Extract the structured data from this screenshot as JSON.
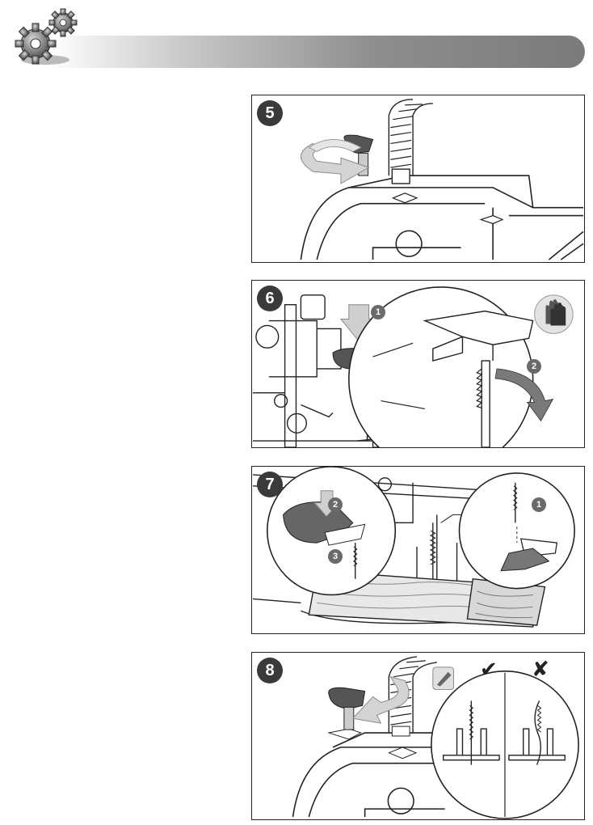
{
  "header": {
    "icon": "gears-icon"
  },
  "steps": [
    {
      "number": "5"
    },
    {
      "number": "6",
      "callouts": [
        "1",
        "2"
      ],
      "icon": "safety-gloves-icon"
    },
    {
      "number": "7",
      "callouts": [
        "2",
        "3",
        "1"
      ]
    },
    {
      "number": "8",
      "icon": "manual-icon",
      "ok_symbol": "✔",
      "wrong_symbol": "✘"
    }
  ]
}
